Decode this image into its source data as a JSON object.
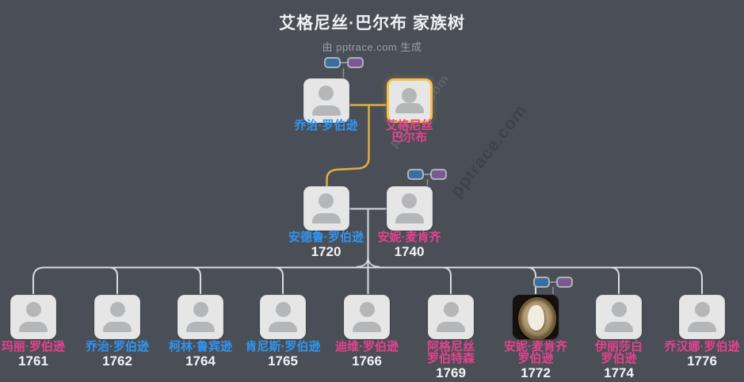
{
  "header": {
    "title": "艾格尼丝·巴尔布 家族树",
    "subtitle": "由 pptrace.com 生成"
  },
  "watermark": {
    "text": "pptrace.com"
  },
  "colors": {
    "name_blue": "#2f95f2",
    "name_pink": "#e7418f",
    "highlight_border": "#f2c24f",
    "connector_yellow": "#e0ae3e",
    "connector_white": "#d9dbde",
    "couple_link_gray": "#8e949c",
    "year_text": "#f2f3f5",
    "pill_blue": "#3a6da0",
    "pill_purple": "#795a91"
  },
  "people": {
    "gen1": [
      {
        "name_lines": [
          "乔治·罗伯逊"
        ],
        "color": "blue",
        "highlighted": false,
        "has_parents_link": true
      },
      {
        "name_lines": [
          "艾格尼丝",
          "巴尔布"
        ],
        "color": "pink",
        "highlighted": true,
        "has_parents_link": false
      }
    ],
    "gen2": [
      {
        "name_lines": [
          "安德鲁·罗伯逊"
        ],
        "year": "1720",
        "color": "blue",
        "highlighted": false,
        "has_parents_link": false
      },
      {
        "name_lines": [
          "安妮·麦肯齐"
        ],
        "year": "1740",
        "color": "pink",
        "highlighted": false,
        "has_parents_link": true
      }
    ],
    "children": [
      {
        "name_lines": [
          "玛丽·罗伯逊"
        ],
        "year": "1761",
        "color": "pink"
      },
      {
        "name_lines": [
          "乔治·罗伯逊"
        ],
        "year": "1762",
        "color": "blue"
      },
      {
        "name_lines": [
          "柯林·鲁宾逊"
        ],
        "year": "1764",
        "color": "blue"
      },
      {
        "name_lines": [
          "肯尼斯·罗伯逊"
        ],
        "year": "1765",
        "color": "blue"
      },
      {
        "name_lines": [
          "迪维·罗伯逊"
        ],
        "year": "1766",
        "color": "pink"
      },
      {
        "name_lines": [
          "阿格尼丝",
          "罗伯特森"
        ],
        "year": "1769",
        "color": "pink"
      },
      {
        "name_lines": [
          "安妮·麦肯齐",
          "罗伯逊"
        ],
        "year": "1772",
        "color": "pink",
        "photo": true,
        "has_parents_link": true
      },
      {
        "name_lines": [
          "伊丽莎白",
          "罗伯逊"
        ],
        "year": "1774",
        "color": "pink"
      },
      {
        "name_lines": [
          "乔汉娜·罗伯逊"
        ],
        "year": "1776",
        "color": "pink"
      }
    ]
  }
}
